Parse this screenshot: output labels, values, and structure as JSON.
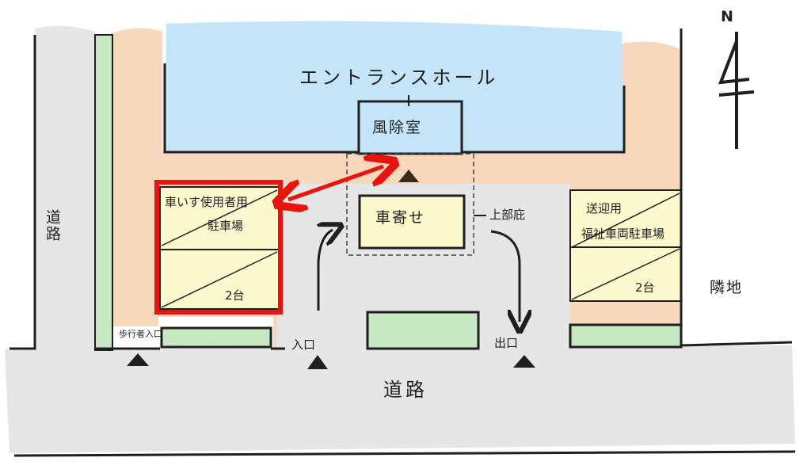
{
  "labels": {
    "entrance_hall": "エントランスホール",
    "windbreak_room": "風除室",
    "drop_off": "車寄せ",
    "upper_eaves": "上部庇",
    "wheelchair_line1": "車いす使用者用",
    "wheelchair_line2": "駐車場",
    "wheelchair_count": "2台",
    "pickup_line1": "送迎用",
    "pickup_line2": "福祉車両駐車場",
    "pickup_count": "2台",
    "pedestrian_entrance": "歩行者入口",
    "car_entrance": "入口",
    "car_exit": "出口",
    "road_bottom": "道路",
    "road_left": "道路",
    "neighbor_lot": "隣地",
    "north": "N"
  },
  "colors": {
    "hall_blue": "#c4e5f8",
    "walkway_peach": "#f8d8bc",
    "road_gray": "#e6e6e6",
    "planting_green": "#c8e8c4",
    "parking_yellow": "#fbf8cd",
    "highlight_red": "#e8140f",
    "ink": "#1f1f1f"
  }
}
